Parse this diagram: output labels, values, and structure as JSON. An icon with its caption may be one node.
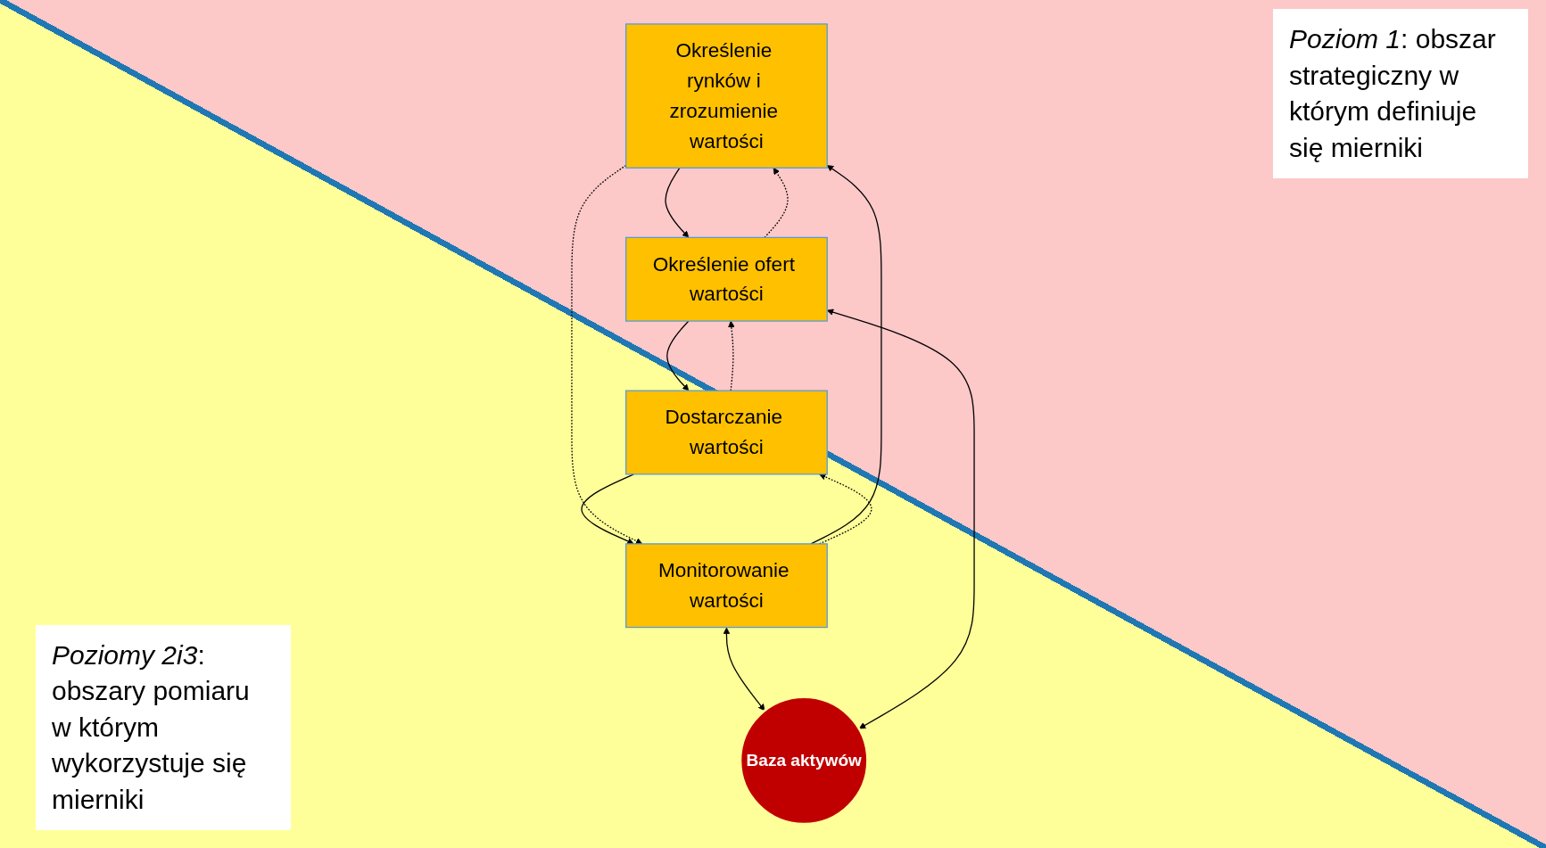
{
  "diagram": {
    "nodes": [
      {
        "text": [
          "Określenie rynków i zrozumienie wartości"
        ]
      },
      {
        "text": [
          "Monitorowanie wartości"
        ]
      },
      {
        "text": [
          "Baza aktywów"
        ]
      },
      {
        "text": [
          "Określenie ofert wartości"
        ]
      },
      {
        "text": [
          "Dostarczanie wartości"
        ]
      }
    ],
    "edges": [
      {
        "from": 1,
        "to": 0,
        "arrow": "to"
      },
      {
        "from": 0,
        "to": 3,
        "arrow": "to"
      },
      {
        "from": 3,
        "to": 4,
        "arrow": "to"
      },
      {
        "from": 4,
        "to": 1,
        "arrow": "to"
      },
      {
        "from": 0,
        "to": 1,
        "arrow": "to",
        "style": "dashed"
      },
      {
        "from": 3,
        "to": 0,
        "arrow": "to",
        "style": "dashed"
      },
      {
        "from": 1,
        "to": 4,
        "arrow": "to",
        "style": "dashed"
      },
      {
        "from": 4,
        "to": 3,
        "arrow": "to",
        "style": "dashed"
      },
      {
        "from": 1,
        "to": 2,
        "arrow": "both"
      },
      {
        "from": 2,
        "to": 3,
        "arrow": "both"
      }
    ],
    "labels": [
      "*Poziom 1*: obszar strategiczny w którym definiuje się mierniki",
      "*Poziomy 2i3*: obszary pomiaru w którym wykorzystuje się mierniki"
    ]
  }
}
